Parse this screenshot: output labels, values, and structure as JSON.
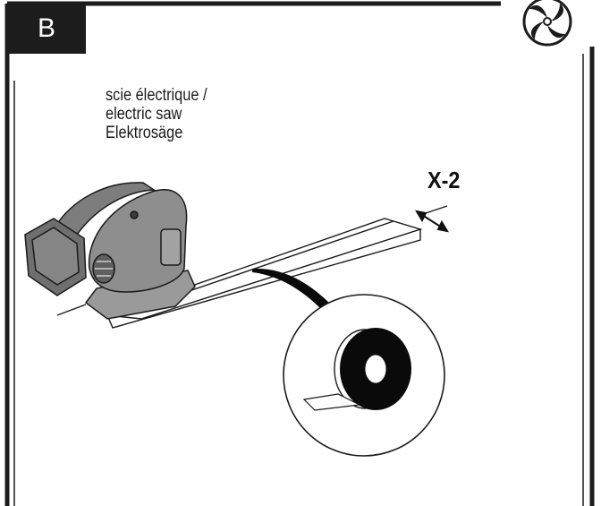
{
  "step": {
    "label": "B"
  },
  "caption": {
    "fr": "scie électrique /",
    "en": "electric saw",
    "de": "Elektrosäge"
  },
  "part": {
    "code": "X-2"
  },
  "icons": {
    "corner": "fan-logo-icon",
    "tool": "electric-saw-icon",
    "tape": "tape-roll-icon",
    "direction": "double-arrow-icon"
  },
  "colors": {
    "frame": "#1c1c1c",
    "tool_body": "#8e8e8e",
    "tape": "#0a0a0a"
  }
}
